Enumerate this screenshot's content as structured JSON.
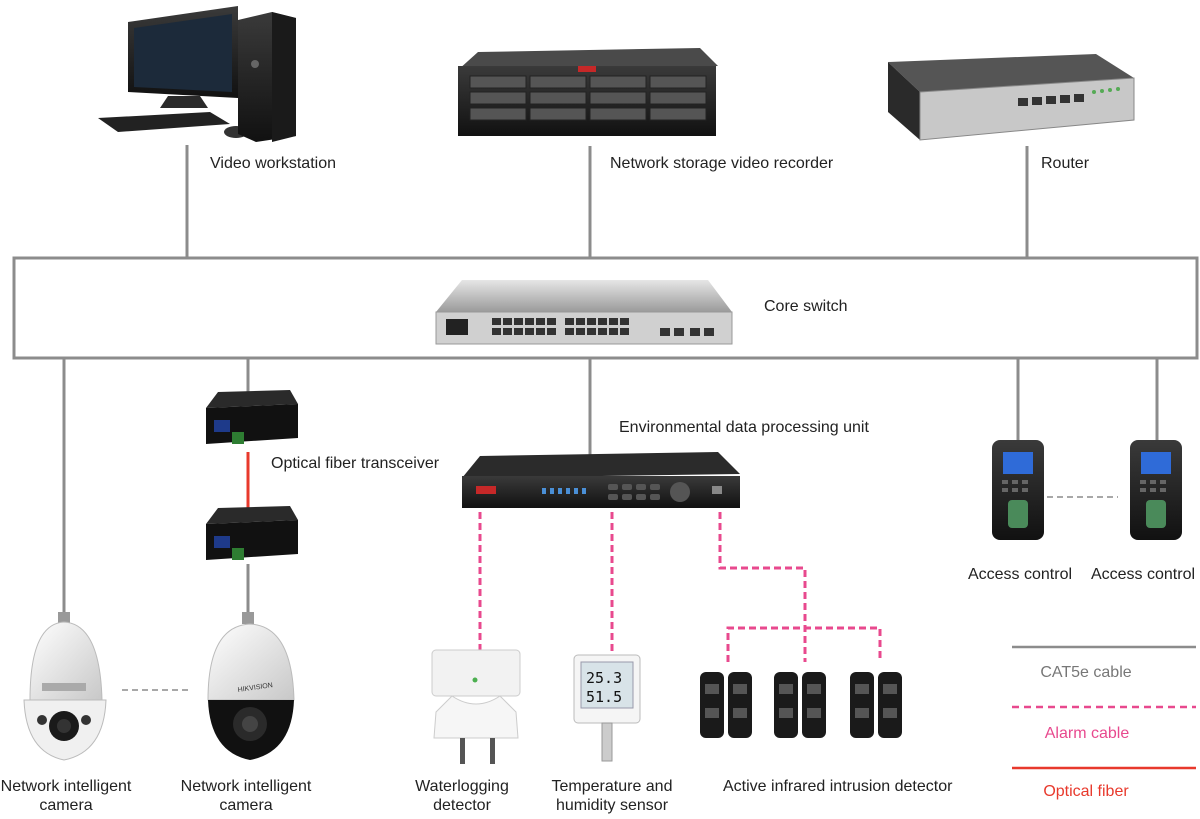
{
  "nodes": {
    "video_workstation": "Video workstation",
    "network_storage": "Network storage video recorder",
    "router": "Router",
    "core_switch": "Core switch",
    "optical_transceiver": "Optical fiber transceiver",
    "env_unit": "Environmental data processing unit",
    "access_control_1": "Access control",
    "access_control_2": "Access control",
    "camera_1": "Network intelligent\ncamera",
    "camera_2": "Network intelligent\ncamera",
    "waterlogging": "Waterlogging\ndetector",
    "temp_humidity": "Temperature and\nhumidity sensor",
    "infrared": "Active infrared intrusion detector"
  },
  "device_text": {
    "sensor_temp": "25.3",
    "sensor_hum": "51.5",
    "camera_brand": "HIKVISION"
  },
  "legend": {
    "cat5e": "CAT5e cable",
    "alarm": "Alarm cable",
    "optical": "Optical fiber"
  },
  "colors": {
    "cat5e": "#8c8c8c",
    "alarm": "#e8498e",
    "optical": "#e8392c"
  }
}
